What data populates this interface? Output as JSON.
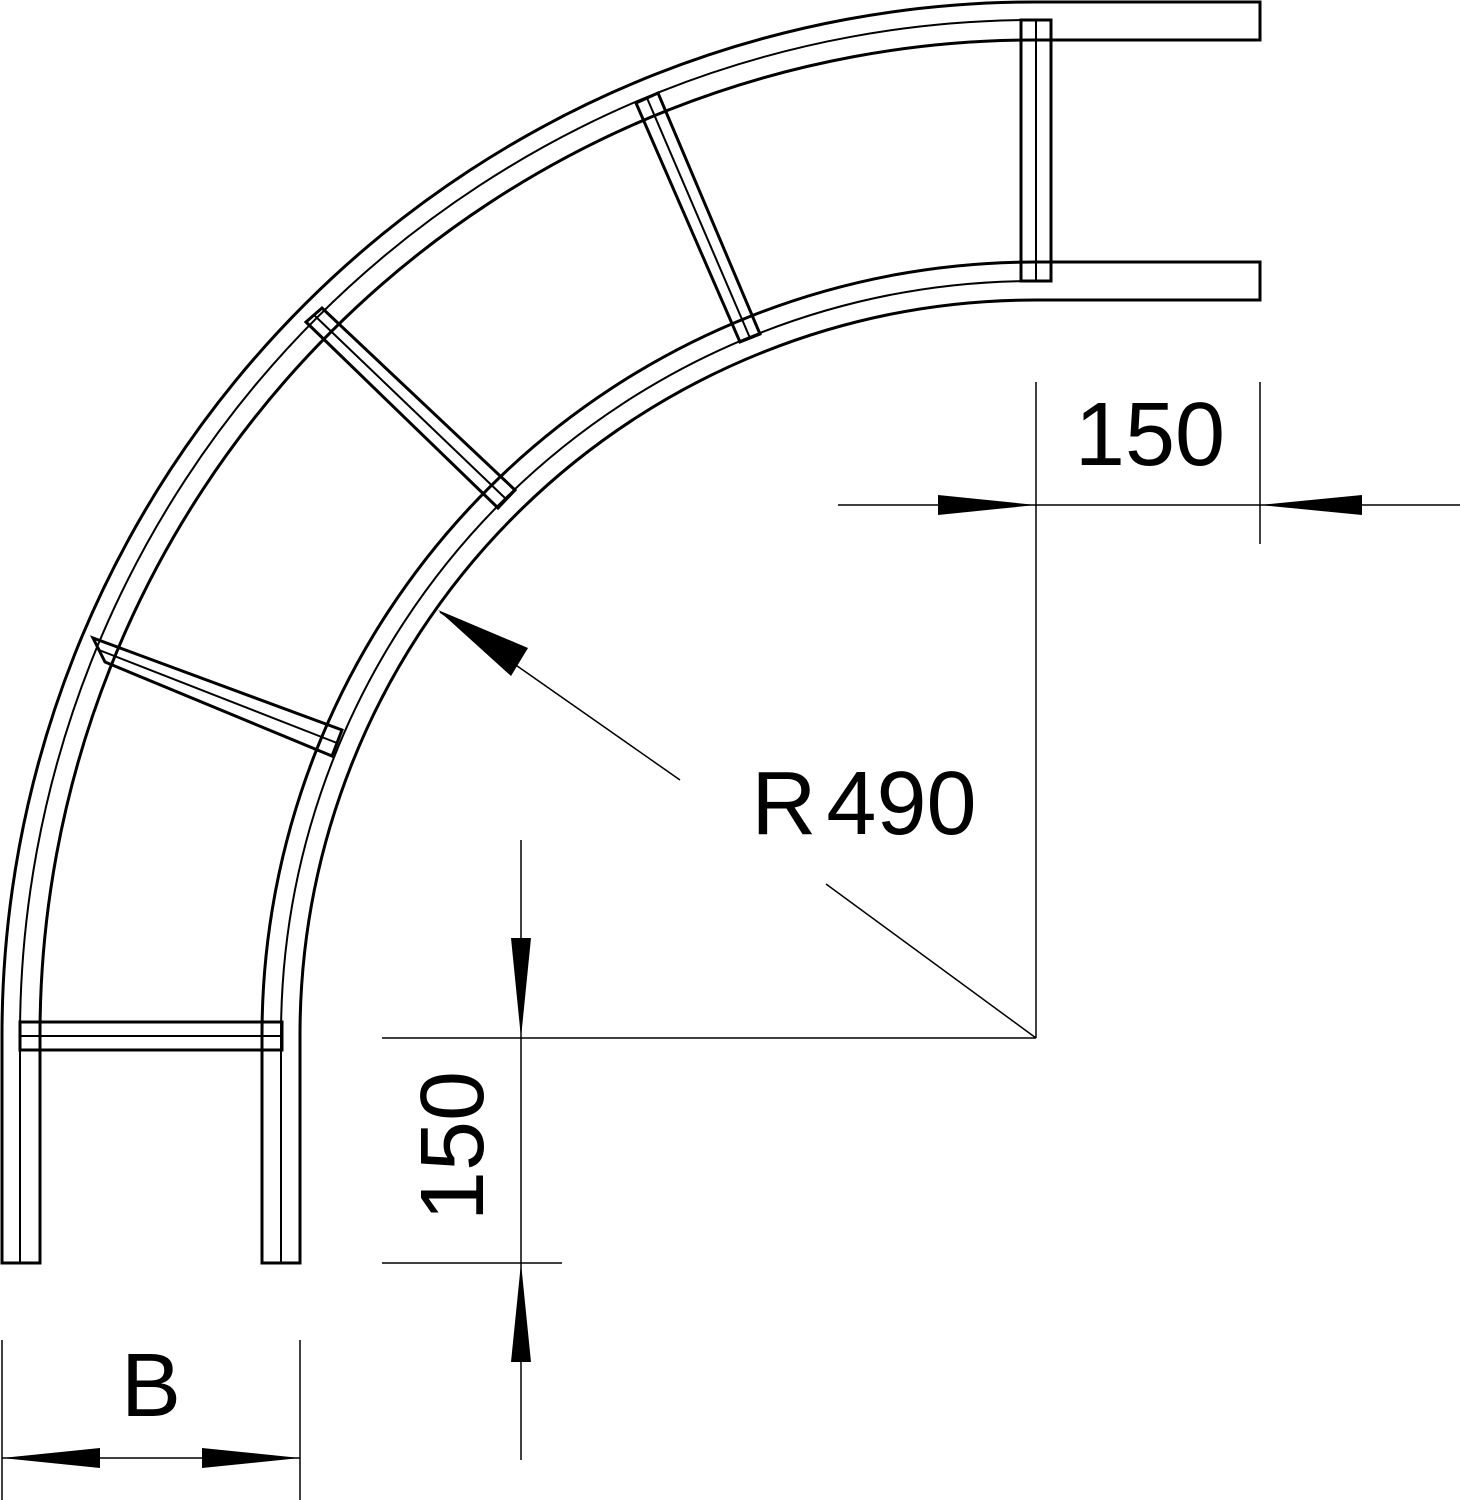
{
  "drawing": {
    "dim_top": "150",
    "dim_left": "150",
    "radius_label": "R",
    "radius_value": "490",
    "width_label": "B"
  },
  "colors": {
    "line": "#000000",
    "background": "#ffffff"
  }
}
